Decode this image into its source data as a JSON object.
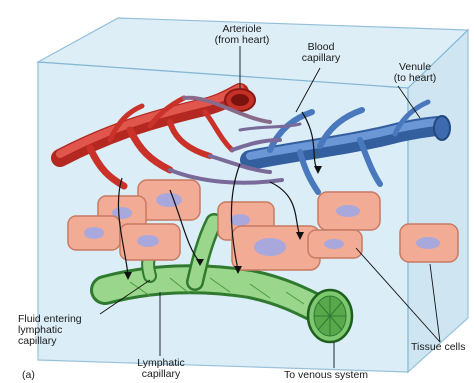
{
  "labels": {
    "arteriole": "Arteriole\n(from heart)",
    "blood_capillary": "Blood\ncapillary",
    "venule": "Venule\n(to heart)",
    "fluid_entering": "Fluid entering\nlymphatic\ncapillary",
    "lymphatic_capillary": "Lymphatic\ncapillary",
    "to_venous_system": "To venous system",
    "tissue_cells": "Tissue cells",
    "panel": "(a)"
  },
  "colors": {
    "artery": "#d63a32",
    "artery_dark": "#9e1f1a",
    "vein": "#4f7fc4",
    "vein_dark": "#2d5596",
    "capillary_purple": "#7a6a9a",
    "cell_fill": "#f2ab95",
    "cell_stroke": "#c87a62",
    "nucleus": "#a9a8dc",
    "lymph": "#8fcf82",
    "lymph_dark": "#2f7a2f",
    "cube_face": "#cfe6f3",
    "cube_edge": "#7fb4d3"
  }
}
